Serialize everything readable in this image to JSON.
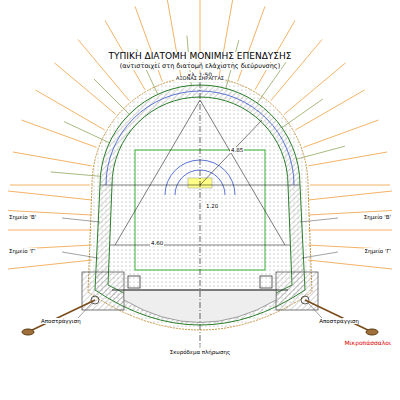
{
  "diagram": {
    "title": "ΤΥΠΙΚΗ ΔΙΑΤΟΜΗ ΜΟΝΙΜΗΣ ΕΠΕΝΔΥΣΗΣ",
    "labels": [
      "(αντιστοιχεί στη διατομή ελάχιστης διεύρυνσης)",
      "κλ. 1:50",
      "ΑΞΟΝΑΣ ΣΗΡΑΓΓΑΣ",
      "Σημείο 'Β'",
      "Σημείο 'Β'",
      "Σημείο 'Γ'",
      "Σημείο 'Γ'",
      "4.85",
      "4.60",
      "1.20",
      "Σκυρόδεμα πλήρωσης",
      "Αποστράγγιση",
      "Αποστράγγιση",
      "Μικροπάσσαλοι"
    ]
  }
}
